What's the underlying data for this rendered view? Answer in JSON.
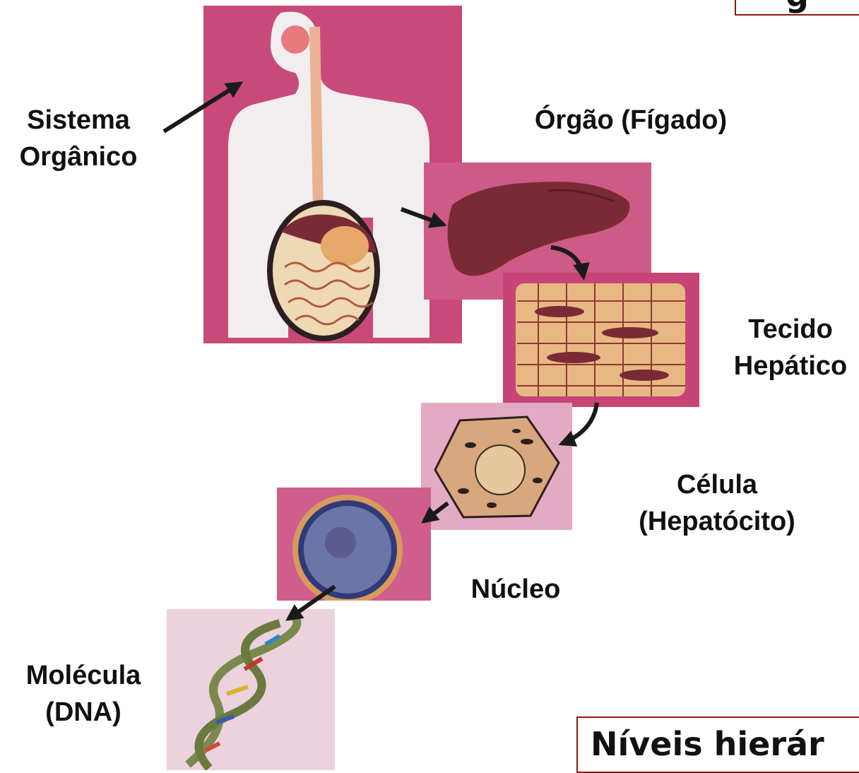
{
  "labels": {
    "system": [
      "Sistema",
      "Orgânico"
    ],
    "organ": "Órgão (Fígado)",
    "tissue": [
      "Tecido",
      "Hepático"
    ],
    "cell": [
      "Célula",
      "(Hepatócito)"
    ],
    "nucleus": "Núcleo",
    "molecule": [
      "Molécula",
      "(DNA)"
    ]
  },
  "boxes": {
    "top_right": "g",
    "bottom_right": "Níveis hierár"
  },
  "colors": {
    "panel_magenta": "#c84a7a",
    "panel_pink": "#e1a6bf",
    "liver": "#7a2a34",
    "arrow": "#1a1a1a",
    "box_border": "#8b1a1a"
  }
}
